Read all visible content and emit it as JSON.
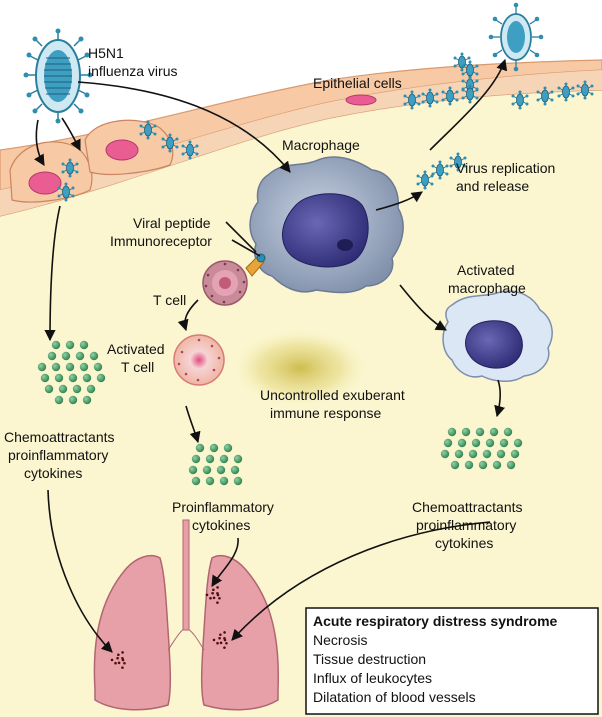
{
  "labels": {
    "virus": [
      "H5N1",
      "influenza virus"
    ],
    "epithelial": "Epithelial cells",
    "macrophage": "Macrophage",
    "replication": [
      "Virus replication",
      "and release"
    ],
    "viral_peptide": "Viral peptide",
    "immunoreceptor": "Immunoreceptor",
    "t_cell": "T cell",
    "activated_t": [
      "Activated",
      "T cell"
    ],
    "activated_mac": [
      "Activated",
      "macrophage"
    ],
    "center": [
      "Uncontrolled exuberant",
      "immune response"
    ],
    "chemo_left": [
      "Chemoattractants",
      "proinflammatory",
      "cytokines"
    ],
    "proinflam": [
      "Proinflammatory",
      "cytokines"
    ],
    "chemo_right": [
      "Chemoattractants",
      "proinflammatory",
      "cytokines"
    ]
  },
  "ards_box": {
    "title": "Acute respiratory distress syndrome",
    "items": [
      "Necrosis",
      "Tissue destruction",
      "Influx of leukocytes",
      "Dilatation of blood vessels"
    ]
  },
  "colors": {
    "background": "#fbf6cf",
    "epithelium": "#f7c9a4",
    "nucleus_pink": "#e9578e",
    "virus": "#2f8eb0",
    "macrophage": "#9aa9bf",
    "macrophage_nucleus": "#3c3a8a",
    "cytokine": "#3f9a62",
    "lung": "#e8a0a8"
  }
}
